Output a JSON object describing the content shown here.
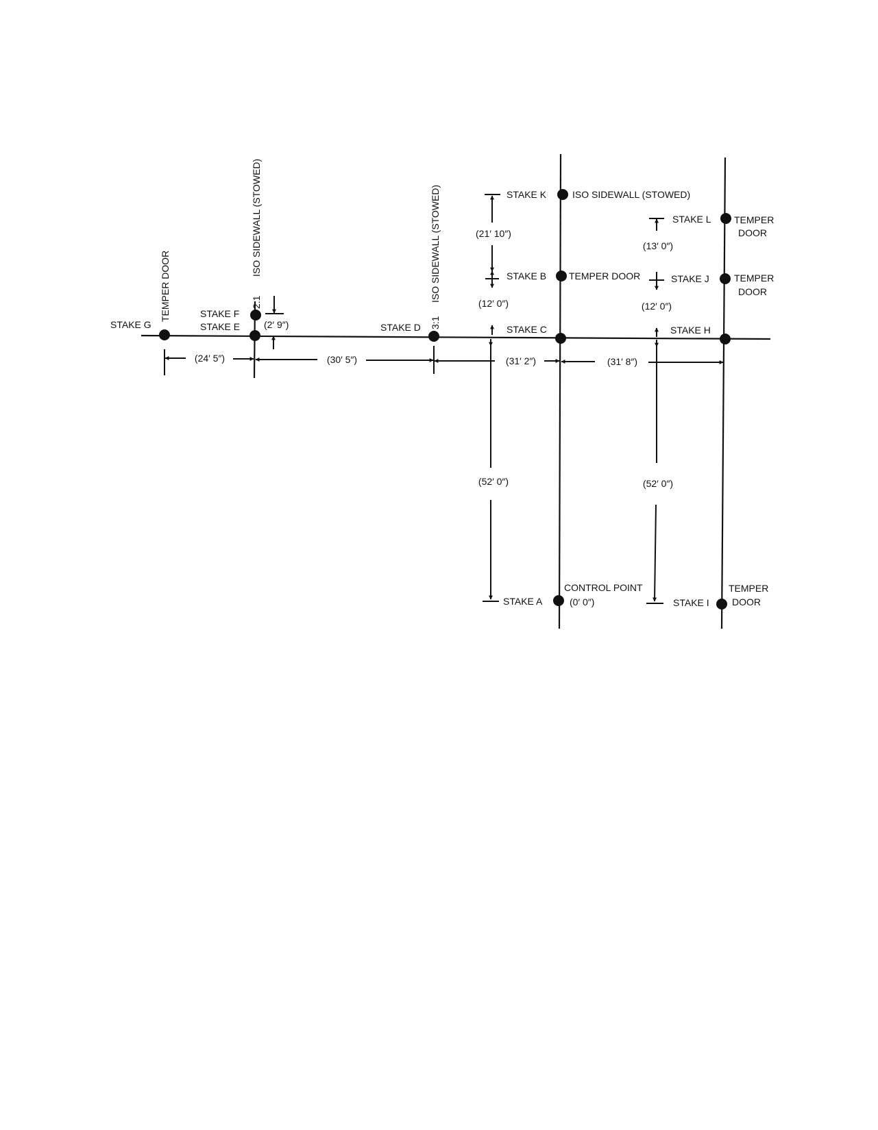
{
  "stakes": {
    "a": "STAKE A",
    "b": "STAKE B",
    "c": "STAKE C",
    "d": "STAKE D",
    "e": "STAKE E",
    "f": "STAKE F",
    "g": "STAKE G",
    "h": "STAKE H",
    "i": "STAKE I",
    "j": "STAKE J",
    "k": "STAKE K",
    "l": "STAKE L"
  },
  "labels": {
    "temper_door": "TEMPER DOOR",
    "temper": "TEMPER",
    "door": "DOOR",
    "iso_sidewall_stowed": "ISO SIDEWALL (STOWED)",
    "slope_2_1": "2:1",
    "slope_3_1": "3:1",
    "control_point": "CONTROL POINT",
    "control_point_value": "(0′ 0″)"
  },
  "dimensions": {
    "g_to_e": "(24′ 5″)",
    "e_to_d": "(30′ 5″)",
    "d_to_c": "(31′ 2″)",
    "c_to_h": "(31′ 8″)",
    "e_to_f": "(2′ 9″)",
    "c_to_b": "(12′ 0″)",
    "b_to_k": "(21′ 10″)",
    "h_to_j": "(12′ 0″)",
    "j_to_l": "(13′ 0″)",
    "c_to_a": "(52′ 0″)",
    "h_to_i": "(52′ 0″)"
  }
}
